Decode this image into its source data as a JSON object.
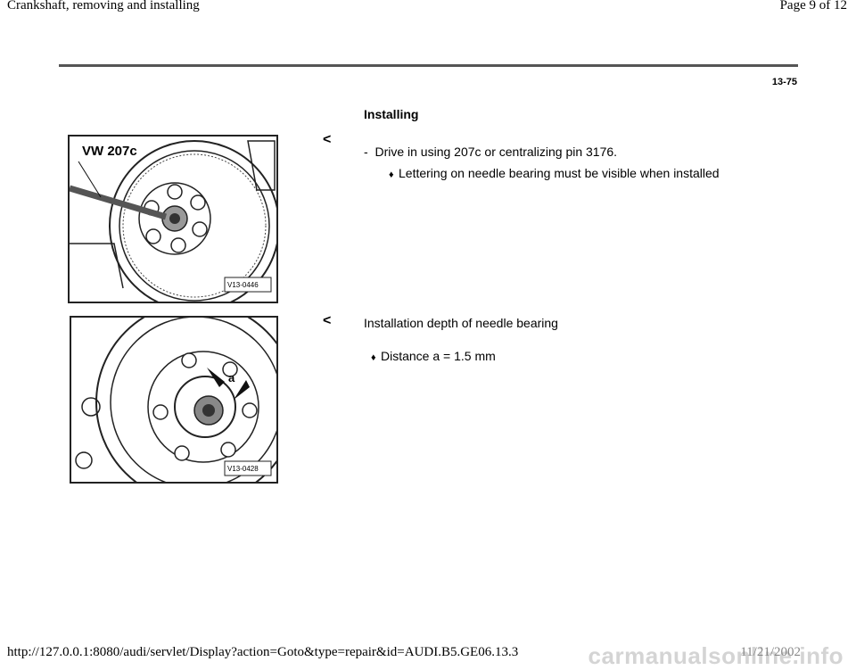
{
  "header": {
    "title": "Crankshaft, removing and installing",
    "page": "Page 9 of 12"
  },
  "page_number": "13-75",
  "section_title": "Installing",
  "steps": [
    {
      "arrow": "<",
      "figure_label": "VW 207c",
      "figure_code": "V13-0446",
      "dash": "-",
      "text": "Drive in using 207c or centralizing pin 3176.",
      "bullet": "Lettering on needle bearing must be visible when installed"
    },
    {
      "arrow": "<",
      "figure_label": "a",
      "figure_code": "V13-0428",
      "text": "Installation depth of needle bearing",
      "bullet": "Distance a = 1.5 mm"
    }
  ],
  "footer": {
    "url": "http://127.0.0.1:8080/audi/servlet/Display?action=Goto&type=repair&id=AUDI.B5.GE06.13.3",
    "date": "11/21/2002",
    "watermark": "carmanualsonline.info"
  }
}
